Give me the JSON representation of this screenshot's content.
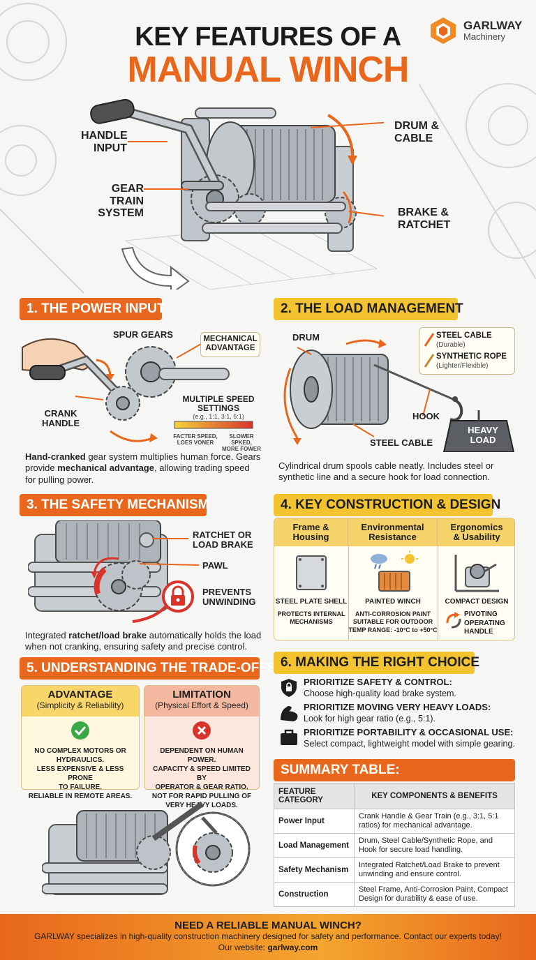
{
  "header": {
    "title_line1": "KEY FEATURES OF A",
    "title_line2": "MANUAL WINCH",
    "logo_name": "GARLWAY",
    "logo_sub": "Machinery"
  },
  "hero": {
    "handle_input": "HANDLE\nINPUT",
    "gear_train": "GEAR TRAIN\nSYSTEM",
    "drum_cable": "DRUM &\nCABLE",
    "brake_ratchet": "BRAKE &\nRATCHET"
  },
  "sec1": {
    "title": "1. THE POWER INPUT",
    "spur_gears": "SPUR GEARS",
    "mechanical_advantage": "MECHANICAL\nADVANTAGE",
    "crank_handle": "CRANK\nHANDLE",
    "speed_title": "MULTIPLE SPEED\nSETTINGS",
    "speed_eg": "(e.g., 1:1, 3:1, 5:1)",
    "faster": "FACTER SPEED,\nLOES VONER",
    "slower": "SLOWER SPKED,\nMORE FOWER",
    "desc_p1": "Hand-cranked",
    "desc_p2": " gear system multiplies human force. Gears provide ",
    "desc_p3": "mechanical advantage",
    "desc_p4": ", allowing trading speed for pulling power."
  },
  "sec2": {
    "title": "2. THE LOAD MANAGEMENT",
    "drum": "DRUM",
    "steel_cable_legend": "STEEL CABLE",
    "steel_cable_note": "(Durable)",
    "synthetic_rope": "SYNTHETIC ROPE",
    "synthetic_note": "(Lighter/Flexible)",
    "hook": "HOOK",
    "heavy_load": "HEAVY\nLOAD",
    "steel_cable": "STEEL CABLE",
    "desc": "Cylindrical drum spools cable neatly. Includes steel or synthetic line and a secure hook for load connection."
  },
  "sec3": {
    "title": "3. THE SAFETY MECHANISM",
    "ratchet": "RATCHET OR\nLOAD BRAKE",
    "pawl": "PAWL",
    "prevents": "PREVENTS\nUNWINDING",
    "desc_p1": "Integrated ",
    "desc_p2": "ratchet/load brake",
    "desc_p3": " automatically holds the load when not cranking, ensuring safety and precise control."
  },
  "sec4": {
    "title": "4. KEY CONSTRUCTION & DESIGN",
    "columns": [
      {
        "head": "Frame &\nHousing",
        "cap1": "STEEL PLATE SHELL",
        "cap2": "PROTECTS INTERNAL\nMECHANISMS"
      },
      {
        "head": "Environmental\nResistance",
        "cap1": "PAINTED WINCH",
        "cap2": "ANTI-CORROSION PAINT\nSUITABLE FOR OUTDOOR\nTEMP RANGE: -10°C to +50°C"
      },
      {
        "head": "Ergonomics\n& Usability",
        "cap1": "COMPACT DESIGN",
        "cap2": "PIVOTING\nOPERATING\nHANDLE"
      }
    ]
  },
  "sec5": {
    "title": "5. UNDERSTANDING THE TRADE-OFFS",
    "advantage": "ADVANTAGE",
    "advantage_sub": "(Simplicity & Reliability)",
    "advantage_body": "NO COMPLEX MOTORS OR\nHYDRAULICS.\nLESS EXPENSIVE & LESS PRONE\nTO FAILURE.\nRELIABLE IN REMOTE AREAS.",
    "limitation": "LIMITATION",
    "limitation_sub": "(Physical Effort & Speed)",
    "limitation_body": "DEPENDENT ON HUMAN POWER.\nCAPACITY & SPEED LIMITED BY\nOPERATOR & GEAR RATIO.\nNOT FOR RAPID PULLING OF\nVERY HEAVY LOADS."
  },
  "sec6": {
    "title": "6. MAKING THE RIGHT CHOICE",
    "items": [
      {
        "t": "PRIORITIZE SAFETY & CONTROL:",
        "d": "Choose high-quality load brake system."
      },
      {
        "t": "PRIORITIZE MOVING VERY HEAVY LOADS:",
        "d": "Look for high gear ratio (e.g., 5:1)."
      },
      {
        "t": "PRIORITIZE PORTABILITY & OCCASIONAL USE:",
        "d": "Select compact, lightweight model with simple gearing."
      }
    ]
  },
  "summary": {
    "title": "SUMMARY TABLE:",
    "h1": "FEATURE CATEGORY",
    "h2": "KEY COMPONENTS & BENEFITS",
    "rows": [
      {
        "c": "Power Input",
        "b": "Crank Handle & Gear Train (e.g., 3:1, 5:1 ratios) for mechanical advantage."
      },
      {
        "c": "Load Management",
        "b": "Drum, Steel Cable/Synthetic Rope, and Hook for secure load handling."
      },
      {
        "c": "Safety Mechanism",
        "b": "Integrated Ratchet/Load Brake to prevent unwinding and ensure control."
      },
      {
        "c": "Construction",
        "b": "Steel Frame, Anti-Corrosion Paint, Compact Design for durability & ease of use."
      }
    ]
  },
  "footer": {
    "headline": "NEED A RELIABLE MANUAL WINCH?",
    "body": "GARLWAY specializes in high-quality construction machinery designed for safety and performance. Contact our experts today!",
    "site_label": "Our website: ",
    "site": "garlway.com"
  },
  "colors": {
    "orange": "#e8671c",
    "yellow": "#f4c430",
    "green": "#3aa845",
    "red": "#d9342b"
  }
}
